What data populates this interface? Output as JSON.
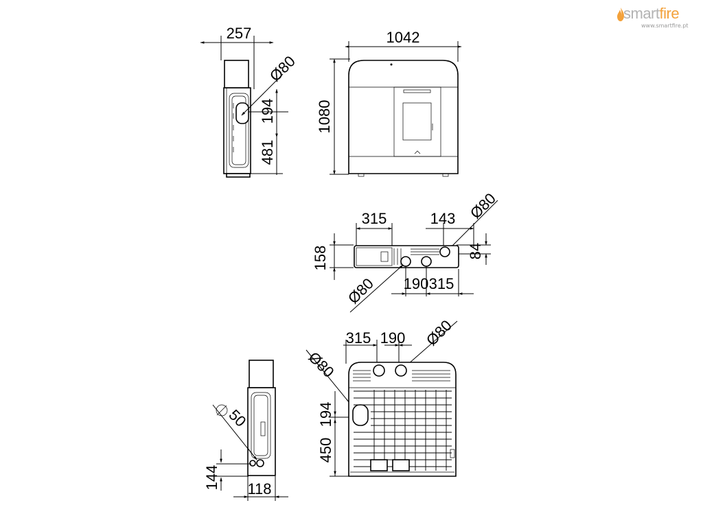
{
  "brand": {
    "name_prefix": "smart",
    "name_suffix": "fire",
    "url": "www.smartfire.pt",
    "accent_color": "#f3a13a",
    "text_color": "#b3b3b3"
  },
  "side_view_top": {
    "depth": "257",
    "pipe_diameter": "Ø80",
    "pipe_offset": "194",
    "pipe_height": "481"
  },
  "front_view": {
    "width": "1042",
    "height": "1080"
  },
  "top_view": {
    "left_offset": "315",
    "right_offset": "143",
    "pipe_diameter_right": "Ø80",
    "depth": "158",
    "right_depth": "84",
    "pipe_diameter_left": "Ø80",
    "center_spacing": "190",
    "center_right": "315"
  },
  "back_view": {
    "left_offset": "315",
    "spacing": "190",
    "pipe_diameter_top": "Ø80",
    "pipe_diameter_side": "Ø80",
    "side_pipe_offset": "194",
    "side_pipe_height": "450"
  },
  "side_view_bottom": {
    "pipe_diameter": "50",
    "height": "144",
    "depth": "118"
  }
}
